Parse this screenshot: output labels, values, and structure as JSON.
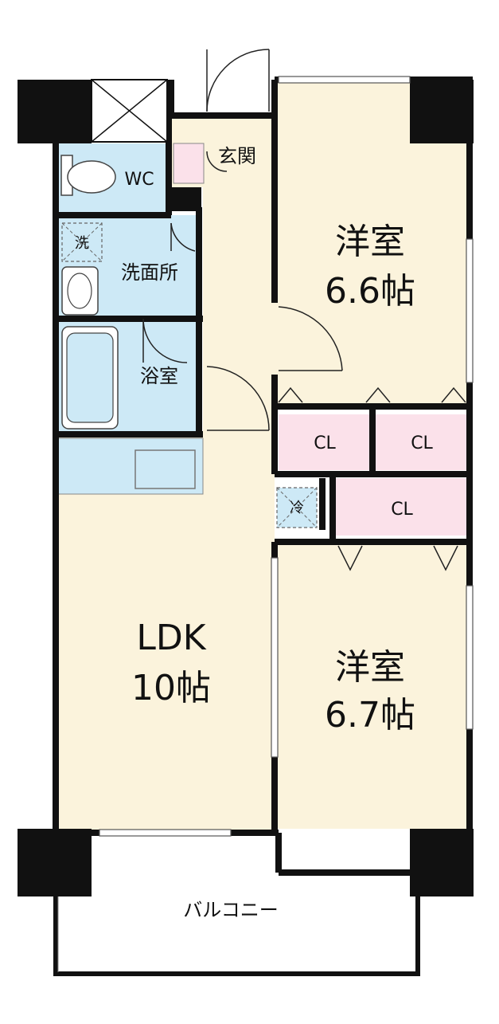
{
  "rooms": {
    "wc": "WC",
    "entrance": "玄関",
    "washroom": "洗面所",
    "washer": "洗",
    "bath": "浴室",
    "fridge": "冷",
    "western_room_1": {
      "name": "洋室",
      "size": "6.6帖"
    },
    "western_room_2": {
      "name": "洋室",
      "size": "6.7帖"
    },
    "ldk": {
      "name": "LDK",
      "size": "10帖"
    },
    "closets": [
      "CL",
      "CL",
      "CL"
    ],
    "balcony": "バルコニー"
  },
  "colors": {
    "living_floor": "#fbf3dc",
    "wet_area": "#cde9f6",
    "closet": "#fbe1ea",
    "wall": "#111111",
    "balcony": "#ffffff"
  }
}
